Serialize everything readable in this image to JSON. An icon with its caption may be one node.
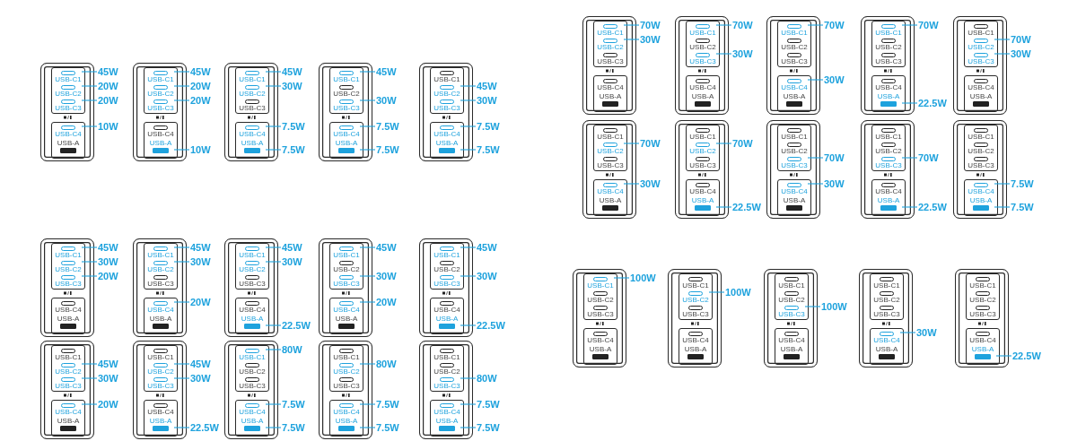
{
  "diagram": {
    "nodes": [
      {
        "text": [],
        "shape": "box"
      },
      {
        "text": [
          "USB-C1"
        ],
        "in": 0
      },
      {
        "text": [
          "USB-C2"
        ],
        "in": 0
      },
      {
        "text": [
          "USB-C3"
        ],
        "in": 0
      },
      {
        "text": [
          "USB-C4"
        ],
        "in": 0
      },
      {
        "text": [
          "USB-A"
        ],
        "in": 0
      },
      {
        "text": [],
        "shape": "box"
      },
      {
        "text": [
          "USB-C1"
        ],
        "in": 6
      },
      {
        "text": [
          "USB-C2"
        ],
        "in": 6
      },
      {
        "text": [
          "USB-C3"
        ],
        "in": 6
      },
      {
        "text": [
          "USB-C4"
        ],
        "in": 6
      },
      {
        "text": [
          "USB-A"
        ],
        "in": 6
      },
      {
        "text": [],
        "shape": "box"
      },
      {
        "text": [
          "USB-C1"
        ],
        "in": 12
      },
      {
        "text": [
          "USB-C2"
        ],
        "in": 12
      },
      {
        "text": [
          "USB-C3"
        ],
        "in": 12
      },
      {
        "text": [
          "USB-C4"
        ],
        "in": 12
      },
      {
        "text": [
          "USB-A"
        ],
        "in": 12
      },
      {
        "text": [],
        "shape": "box"
      },
      {
        "text": [
          "USB-C1"
        ],
        "in": 18
      },
      {
        "text": [
          "USB-C2"
        ],
        "in": 18
      },
      {
        "text": [
          "USB-C3"
        ],
        "in": 18
      },
      {
        "text": [
          "USB-C4"
        ],
        "in": 18
      },
      {
        "text": [
          "USB-A"
        ],
        "in": 18
      },
      {
        "text": [],
        "shape": "box"
      },
      {
        "text": [
          "USB-C1"
        ],
        "in": 24
      },
      {
        "text": [
          "USB-C2"
        ],
        "in": 24
      },
      {
        "text": [
          "USB-C3"
        ],
        "in": 24
      },
      {
        "text": [
          "USB-C4"
        ],
        "in": 24
      },
      {
        "text": [
          "USB-A"
        ],
        "in": 24
      },
      {
        "text": [],
        "shape": "box"
      },
      {
        "text": [
          "USB-C1"
        ],
        "in": 30
      },
      {
        "text": [
          "USB-C2"
        ],
        "in": 30
      },
      {
        "text": [
          "USB-C3"
        ],
        "in": 30
      },
      {
        "text": [
          "USB-C4"
        ],
        "in": 30
      },
      {
        "text": [
          "USB-A"
        ],
        "in": 30
      },
      {
        "text": [],
        "shape": "box"
      },
      {
        "text": [
          "USB-C1"
        ],
        "in": 36
      },
      {
        "text": [
          "USB-C2"
        ],
        "in": 36
      },
      {
        "text": [
          "USB-C3"
        ],
        "in": 36
      },
      {
        "text": [
          "USB-C4"
        ],
        "in": 36
      },
      {
        "text": [
          "USB-A"
        ],
        "in": 36
      },
      {
        "text": [],
        "shape": "box"
      },
      {
        "text": [
          "USB-C1"
        ],
        "in": 42
      },
      {
        "text": [
          "USB-C2"
        ],
        "in": 42
      },
      {
        "text": [
          "USB-C3"
        ],
        "in": 42
      },
      {
        "text": [
          "USB-C4"
        ],
        "in": 42
      },
      {
        "text": [
          "USB-A"
        ],
        "in": 42
      },
      {
        "text": [],
        "shape": "box"
      },
      {
        "text": [
          "USB-C1"
        ],
        "in": 48
      },
      {
        "text": [
          "USB-C2"
        ],
        "in": 48
      },
      {
        "text": [
          "USB-C3"
        ],
        "in": 48
      },
      {
        "text": [
          "USB-C4"
        ],
        "in": 48
      },
      {
        "text": [
          "USB-A"
        ],
        "in": 48
      },
      {
        "text": [],
        "shape": "box"
      },
      {
        "text": [
          "USB-C1"
        ],
        "in": 54
      },
      {
        "text": [
          "USB-C2"
        ],
        "in": 54
      },
      {
        "text": [
          "USB-C3"
        ],
        "in": 54
      },
      {
        "text": [
          "USB-C4"
        ],
        "in": 54
      },
      {
        "text": [
          "USB-A"
        ],
        "in": 54
      },
      {
        "text": [],
        "shape": "box"
      },
      {
        "text": [
          "USB-C1"
        ],
        "in": 60
      },
      {
        "text": [
          "USB-C2"
        ],
        "in": 60
      },
      {
        "text": [
          "USB-C3"
        ],
        "in": 60
      },
      {
        "text": [
          "USB-C4"
        ],
        "in": 60
      },
      {
        "text": [
          "USB-A"
        ],
        "in": 60
      },
      {
        "text": [],
        "shape": "box"
      },
      {
        "text": [
          "USB-C1"
        ],
        "in": 66
      },
      {
        "text": [
          "USB-C2"
        ],
        "in": 66
      },
      {
        "text": [
          "USB-C3"
        ],
        "in": 66
      },
      {
        "text": [
          "USB-C4"
        ],
        "in": 66
      },
      {
        "text": [
          "USB-A"
        ],
        "in": 66
      },
      {
        "text": [],
        "shape": "box"
      },
      {
        "text": [
          "USB-C1"
        ],
        "in": 72
      },
      {
        "text": [
          "USB-C2"
        ],
        "in": 72
      },
      {
        "text": [
          "USB-C3"
        ],
        "in": 72
      },
      {
        "text": [
          "USB-C4"
        ],
        "in": 72
      },
      {
        "text": [
          "USB-A"
        ],
        "in": 72
      },
      {
        "text": [],
        "shape": "box"
      },
      {
        "text": [
          "USB-C1"
        ],
        "in": 78
      },
      {
        "text": [
          "USB-C2"
        ],
        "in": 78
      },
      {
        "text": [
          "USB-C3"
        ],
        "in": 78
      },
      {
        "text": [
          "USB-C4"
        ],
        "in": 78
      },
      {
        "text": [
          "USB-A"
        ],
        "in": 78
      },
      {
        "text": [],
        "shape": "box"
      },
      {
        "text": [
          "USB-C1"
        ],
        "in": 84
      },
      {
        "text": [
          "USB-C2"
        ],
        "in": 84
      },
      {
        "text": [
          "USB-C3"
        ],
        "in": 84
      },
      {
        "text": [
          "USB-C4"
        ],
        "in": 84
      },
      {
        "text": [
          "USB-A"
        ],
        "in": 84
      },
      {
        "text": [],
        "shape": "box"
      },
      {
        "text": [
          "USB-C1"
        ],
        "in": 90
      },
      {
        "text": [
          "USB-C2"
        ],
        "in": 90
      },
      {
        "text": [
          "USB-C3"
        ],
        "in": 90
      },
      {
        "text": [
          "USB-C4"
        ],
        "in": 90
      },
      {
        "text": [
          "USB-A"
        ],
        "in": 90
      },
      {
        "text": [],
        "shape": "box"
      },
      {
        "text": [
          "USB-C1"
        ],
        "in": 96
      },
      {
        "text": [
          "USB-C2"
        ],
        "in": 96
      },
      {
        "text": [
          "USB-C3"
        ],
        "in": 96
      },
      {
        "text": [
          "USB-C4"
        ],
        "in": 96
      },
      {
        "text": [
          "USB-A"
        ],
        "in": 96
      },
      {
        "text": [],
        "shape": "box"
      },
      {
        "text": [
          "USB-C1"
        ],
        "in": 102
      },
      {
        "text": [
          "USB-C2"
        ],
        "in": 102
      },
      {
        "text": [
          "USB-C3"
        ],
        "in": 102
      },
      {
        "text": [
          "USB-C4"
        ],
        "in": 102
      },
      {
        "text": [
          "USB-A"
        ],
        "in": 102
      },
      {
        "text": [],
        "shape": "box"
      },
      {
        "text": [
          "USB-C1"
        ],
        "in": 108
      },
      {
        "text": [
          "USB-C2"
        ],
        "in": 108
      },
      {
        "text": [
          "USB-C3"
        ],
        "in": 108
      },
      {
        "text": [
          "USB-C4"
        ],
        "in": 108
      },
      {
        "text": [
          "USB-A"
        ],
        "in": 108
      },
      {
        "text": [],
        "shape": "box"
      },
      {
        "text": [
          "USB-C1"
        ],
        "in": 114
      },
      {
        "text": [
          "USB-C2"
        ],
        "in": 114
      },
      {
        "text": [
          "USB-C3"
        ],
        "in": 114
      },
      {
        "text": [
          "USB-C4"
        ],
        "in": 114
      },
      {
        "text": [
          "USB-A"
        ],
        "in": 114
      },
      {
        "text": [],
        "shape": "box"
      },
      {
        "text": [
          "USB-C1"
        ],
        "in": 120
      },
      {
        "text": [
          "USB-C2"
        ],
        "in": 120
      },
      {
        "text": [
          "USB-C3"
        ],
        "in": 120
      },
      {
        "text": [
          "USB-C4"
        ],
        "in": 120
      },
      {
        "text": [
          "USB-A"
        ],
        "in": 120
      },
      {
        "text": [],
        "shape": "box"
      },
      {
        "text": [
          "USB-C1"
        ],
        "in": 126
      },
      {
        "text": [
          "USB-C2"
        ],
        "in": 126
      },
      {
        "text": [
          "USB-C3"
        ],
        "in": 126
      },
      {
        "text": [
          "USB-C4"
        ],
        "in": 126
      },
      {
        "text": [
          "USB-A"
        ],
        "in": 126
      },
      {
        "text": [],
        "shape": "box"
      },
      {
        "text": [
          "USB-C1"
        ],
        "in": 132
      },
      {
        "text": [
          "USB-C2"
        ],
        "in": 132
      },
      {
        "text": [
          "USB-C3"
        ],
        "in": 132
      },
      {
        "text": [
          "USB-C4"
        ],
        "in": 132
      },
      {
        "text": [
          "USB-A"
        ],
        "in": 132
      },
      {
        "text": [],
        "shape": "box"
      },
      {
        "text": [
          "USB-C1"
        ],
        "in": 138
      },
      {
        "text": [
          "USB-C2"
        ],
        "in": 138
      },
      {
        "text": [
          "USB-C3"
        ],
        "in": 138
      },
      {
        "text": [
          "USB-C4"
        ],
        "in": 138
      },
      {
        "text": [
          "USB-A"
        ],
        "in": 138
      },
      {
        "text": [],
        "shape": "box"
      },
      {
        "text": [
          "USB-C1"
        ],
        "in": 144
      },
      {
        "text": [
          "USB-C2"
        ],
        "in": 144
      },
      {
        "text": [
          "USB-C3"
        ],
        "in": 144
      },
      {
        "text": [
          "USB-C4"
        ],
        "in": 144
      },
      {
        "text": [
          "USB-A"
        ],
        "in": 144
      },
      {
        "text": [],
        "shape": "box"
      },
      {
        "text": [
          "USB-C1"
        ],
        "in": 150
      },
      {
        "text": [
          "USB-C2"
        ],
        "in": 150
      },
      {
        "text": [
          "USB-C3"
        ],
        "in": 150
      },
      {
        "text": [
          "USB-C4"
        ],
        "in": 150
      },
      {
        "text": [
          "USB-A"
        ],
        "in": 150
      },
      {
        "text": [],
        "shape": "box"
      },
      {
        "text": [
          "USB-C1"
        ],
        "in": 156
      },
      {
        "text": [
          "USB-C2"
        ],
        "in": 156
      },
      {
        "text": [
          "USB-C3"
        ],
        "in": 156
      },
      {
        "text": [
          "USB-C4"
        ],
        "in": 156
      },
      {
        "text": [
          "USB-A"
        ],
        "in": 156
      },
      {
        "text": [],
        "shape": "box"
      },
      {
        "text": [
          "USB-C1"
        ],
        "in": 162
      },
      {
        "text": [
          "USB-C2"
        ],
        "in": 162
      },
      {
        "text": [
          "USB-C3"
        ],
        "in": 162
      },
      {
        "text": [
          "USB-C4"
        ],
        "in": 162
      },
      {
        "text": [
          "USB-A"
        ],
        "in": 162
      },
      {
        "text": [],
        "shape": "box"
      },
      {
        "text": [
          "USB-C1"
        ],
        "in": 168
      },
      {
        "text": [
          "USB-C2"
        ],
        "in": 168
      },
      {
        "text": [
          "USB-C3"
        ],
        "in": 168
      },
      {
        "text": [
          "USB-C4"
        ],
        "in": 168
      },
      {
        "text": [
          "USB-A"
        ],
        "in": 168
      },
      {
        "text": [],
        "shape": "box"
      },
      {
        "text": [
          "USB-C1"
        ],
        "in": 174
      },
      {
        "text": [
          "USB-C2"
        ],
        "in": 174
      },
      {
        "text": [
          "USB-C3"
        ],
        "in": 174
      },
      {
        "text": [
          "USB-C4"
        ],
        "in": 174
      },
      {
        "text": [
          "USB-A"
        ],
        "in": 174
      },
      {
        "text": [
          "45W"
        ]
      },
      {
        "text": [
          "20W"
        ]
      },
      {
        "text": [
          "20W"
        ]
      },
      {
        "text": [
          "10W"
        ]
      },
      {
        "text": [
          "45W"
        ]
      },
      {
        "text": [
          "20W"
        ]
      },
      {
        "text": [
          "20W"
        ]
      },
      {
        "text": [
          "10W"
        ]
      },
      {
        "text": [
          "45W"
        ]
      },
      {
        "text": [
          "30W"
        ]
      },
      {
        "text": [
          "7.5W"
        ]
      },
      {
        "text": [
          "7.5W"
        ]
      },
      {
        "text": [
          "45W"
        ]
      },
      {
        "text": [
          "30W"
        ]
      },
      {
        "text": [
          "7.5W"
        ]
      },
      {
        "text": [
          "7.5W"
        ]
      },
      {
        "text": [
          "45W"
        ]
      },
      {
        "text": [
          "30W"
        ]
      },
      {
        "text": [
          "7.5W"
        ]
      },
      {
        "text": [
          "7.5W"
        ]
      },
      {
        "text": [
          "70W"
        ]
      },
      {
        "text": [
          "30W"
        ]
      },
      {
        "text": [
          "70W"
        ]
      },
      {
        "text": [
          "30W"
        ]
      },
      {
        "text": [
          "70W"
        ]
      },
      {
        "text": [
          "30W"
        ]
      },
      {
        "text": [
          "70W"
        ]
      },
      {
        "text": [
          "22.5W"
        ]
      },
      {
        "text": [
          "70W"
        ]
      },
      {
        "text": [
          "30W"
        ]
      },
      {
        "text": [
          "70W"
        ]
      },
      {
        "text": [
          "30W"
        ]
      },
      {
        "text": [
          "70W"
        ]
      },
      {
        "text": [
          "22.5W"
        ]
      },
      {
        "text": [
          "70W"
        ]
      },
      {
        "text": [
          "30W"
        ]
      },
      {
        "text": [
          "70W"
        ]
      },
      {
        "text": [
          "22.5W"
        ]
      },
      {
        "text": [
          "7.5W"
        ]
      },
      {
        "text": [
          "7.5W"
        ]
      },
      {
        "text": [
          "45W"
        ]
      },
      {
        "text": [
          "30W"
        ]
      },
      {
        "text": [
          "20W"
        ]
      },
      {
        "text": [
          "45W"
        ]
      },
      {
        "text": [
          "30W"
        ]
      },
      {
        "text": [
          "20W"
        ]
      },
      {
        "text": [
          "45W"
        ]
      },
      {
        "text": [
          "30W"
        ]
      },
      {
        "text": [
          "22.5W"
        ]
      },
      {
        "text": [
          "45W"
        ]
      },
      {
        "text": [
          "30W"
        ]
      },
      {
        "text": [
          "20W"
        ]
      },
      {
        "text": [
          "45W"
        ]
      },
      {
        "text": [
          "30W"
        ]
      },
      {
        "text": [
          "22.5W"
        ]
      },
      {
        "text": [
          "45W"
        ]
      },
      {
        "text": [
          "30W"
        ]
      },
      {
        "text": [
          "20W"
        ]
      },
      {
        "text": [
          "45W"
        ]
      },
      {
        "text": [
          "30W"
        ]
      },
      {
        "text": [
          "22.5W"
        ]
      },
      {
        "text": [
          "80W"
        ]
      },
      {
        "text": [
          "7.5W"
        ]
      },
      {
        "text": [
          "7.5W"
        ]
      },
      {
        "text": [
          "80W"
        ]
      },
      {
        "text": [
          "7.5W"
        ]
      },
      {
        "text": [
          "7.5W"
        ]
      },
      {
        "text": [
          "80W"
        ]
      },
      {
        "text": [
          "7.5W"
        ]
      },
      {
        "text": [
          "7.5W"
        ]
      },
      {
        "text": [
          "100W"
        ]
      },
      {
        "text": [
          "100W"
        ]
      },
      {
        "text": [
          "100W"
        ]
      },
      {
        "text": [
          "30W"
        ]
      },
      {
        "text": [
          "22.5W"
        ]
      }
    ],
    "edges": [
      {
        "from": 180,
        "to": 1,
        "arrow": "none"
      },
      {
        "from": 181,
        "to": 2,
        "arrow": "none"
      },
      {
        "from": 182,
        "to": 3,
        "arrow": "none"
      },
      {
        "from": 183,
        "to": 4,
        "arrow": "none"
      },
      {
        "from": 184,
        "to": 7,
        "arrow": "none"
      },
      {
        "from": 185,
        "to": 8,
        "arrow": "none"
      },
      {
        "from": 186,
        "to": 9,
        "arrow": "none"
      },
      {
        "from": 187,
        "to": 11,
        "arrow": "none"
      },
      {
        "from": 188,
        "to": 13,
        "arrow": "none"
      },
      {
        "from": 189,
        "to": 14,
        "arrow": "none"
      },
      {
        "from": 190,
        "to": 16,
        "arrow": "none"
      },
      {
        "from": 191,
        "to": 17,
        "arrow": "none"
      },
      {
        "from": 192,
        "to": 19,
        "arrow": "none"
      },
      {
        "from": 193,
        "to": 21,
        "arrow": "none"
      },
      {
        "from": 194,
        "to": 22,
        "arrow": "none"
      },
      {
        "from": 195,
        "to": 23,
        "arrow": "none"
      },
      {
        "from": 196,
        "to": 26,
        "arrow": "none"
      },
      {
        "from": 197,
        "to": 27,
        "arrow": "none"
      },
      {
        "from": 198,
        "to": 28,
        "arrow": "none"
      },
      {
        "from": 199,
        "to": 29,
        "arrow": "none"
      },
      {
        "from": 200,
        "to": 31,
        "arrow": "none"
      },
      {
        "from": 201,
        "to": 32,
        "arrow": "none"
      },
      {
        "from": 202,
        "to": 37,
        "arrow": "none"
      },
      {
        "from": 203,
        "to": 39,
        "arrow": "none"
      },
      {
        "from": 204,
        "to": 43,
        "arrow": "none"
      },
      {
        "from": 205,
        "to": 46,
        "arrow": "none"
      },
      {
        "from": 206,
        "to": 49,
        "arrow": "none"
      },
      {
        "from": 207,
        "to": 53,
        "arrow": "none"
      },
      {
        "from": 208,
        "to": 56,
        "arrow": "none"
      },
      {
        "from": 209,
        "to": 57,
        "arrow": "none"
      },
      {
        "from": 210,
        "to": 62,
        "arrow": "none"
      },
      {
        "from": 211,
        "to": 64,
        "arrow": "none"
      },
      {
        "from": 212,
        "to": 68,
        "arrow": "none"
      },
      {
        "from": 213,
        "to": 71,
        "arrow": "none"
      },
      {
        "from": 214,
        "to": 75,
        "arrow": "none"
      },
      {
        "from": 215,
        "to": 76,
        "arrow": "none"
      },
      {
        "from": 216,
        "to": 81,
        "arrow": "none"
      },
      {
        "from": 217,
        "to": 83,
        "arrow": "none"
      },
      {
        "from": 218,
        "to": 88,
        "arrow": "none"
      },
      {
        "from": 219,
        "to": 89,
        "arrow": "none"
      },
      {
        "from": 220,
        "to": 91,
        "arrow": "none"
      },
      {
        "from": 221,
        "to": 92,
        "arrow": "none"
      },
      {
        "from": 222,
        "to": 93,
        "arrow": "none"
      },
      {
        "from": 223,
        "to": 97,
        "arrow": "none"
      },
      {
        "from": 224,
        "to": 98,
        "arrow": "none"
      },
      {
        "from": 225,
        "to": 100,
        "arrow": "none"
      },
      {
        "from": 226,
        "to": 103,
        "arrow": "none"
      },
      {
        "from": 227,
        "to": 104,
        "arrow": "none"
      },
      {
        "from": 228,
        "to": 107,
        "arrow": "none"
      },
      {
        "from": 229,
        "to": 109,
        "arrow": "none"
      },
      {
        "from": 230,
        "to": 111,
        "arrow": "none"
      },
      {
        "from": 231,
        "to": 112,
        "arrow": "none"
      },
      {
        "from": 232,
        "to": 115,
        "arrow": "none"
      },
      {
        "from": 233,
        "to": 117,
        "arrow": "none"
      },
      {
        "from": 234,
        "to": 119,
        "arrow": "none"
      },
      {
        "from": 235,
        "to": 122,
        "arrow": "none"
      },
      {
        "from": 236,
        "to": 123,
        "arrow": "none"
      },
      {
        "from": 237,
        "to": 124,
        "arrow": "none"
      },
      {
        "from": 238,
        "to": 128,
        "arrow": "none"
      },
      {
        "from": 239,
        "to": 129,
        "arrow": "none"
      },
      {
        "from": 240,
        "to": 131,
        "arrow": "none"
      },
      {
        "from": 241,
        "to": 133,
        "arrow": "none"
      },
      {
        "from": 242,
        "to": 136,
        "arrow": "none"
      },
      {
        "from": 243,
        "to": 137,
        "arrow": "none"
      },
      {
        "from": 244,
        "to": 140,
        "arrow": "none"
      },
      {
        "from": 245,
        "to": 142,
        "arrow": "none"
      },
      {
        "from": 246,
        "to": 143,
        "arrow": "none"
      },
      {
        "from": 247,
        "to": 147,
        "arrow": "none"
      },
      {
        "from": 248,
        "to": 148,
        "arrow": "none"
      },
      {
        "from": 249,
        "to": 149,
        "arrow": "none"
      },
      {
        "from": 250,
        "to": 151,
        "arrow": "none"
      },
      {
        "from": 251,
        "to": 158,
        "arrow": "none"
      },
      {
        "from": 252,
        "to": 165,
        "arrow": "none"
      },
      {
        "from": 253,
        "to": 172,
        "arrow": "none"
      },
      {
        "from": 254,
        "to": 179,
        "arrow": "none"
      }
    ]
  }
}
